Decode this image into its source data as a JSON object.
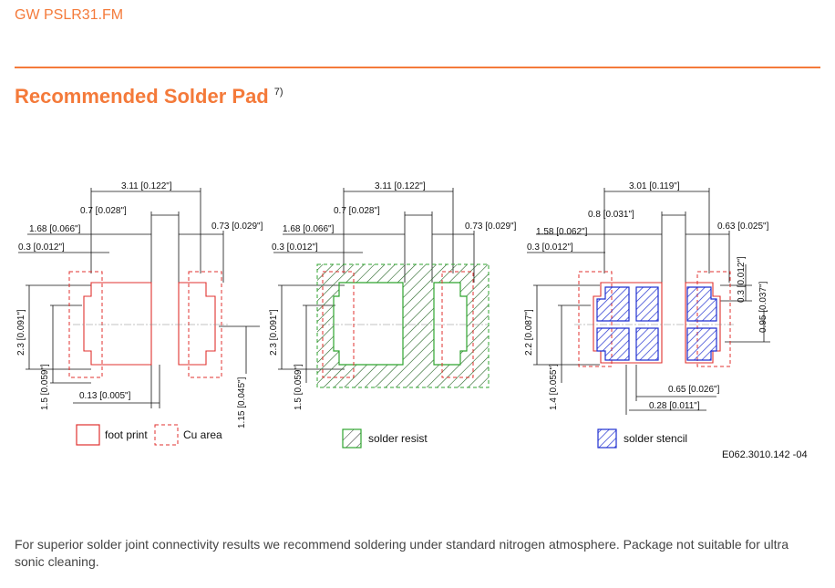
{
  "header": {
    "model": "GW PSLR31.FM"
  },
  "section": {
    "title": "Recommended Solder Pad",
    "footnote": "7)"
  },
  "drawings": {
    "left": {
      "dims": {
        "overall": "3.11 [0.122\"]",
        "gap": "0.7 [0.028\"]",
        "left_pad": "1.68 [0.066\"]",
        "right_pad": "0.73 [0.029\"]",
        "offset": "0.3 [0.012\"]",
        "height": "2.3 [0.091\"]",
        "inner_height": "1.5 [0.059\"]",
        "small_gap": "0.13 [0.005\"]",
        "side_height": "1.15 [0.045\"]"
      }
    },
    "middle": {
      "dims": {
        "overall": "3.11 [0.122\"]",
        "gap": "0.7 [0.028\"]",
        "left_pad": "1.68 [0.066\"]",
        "right_pad": "0.73 [0.029\"]",
        "offset": "0.3 [0.012\"]",
        "height": "2.3 [0.091\"]",
        "inner_height": "1.5 [0.059\"]"
      }
    },
    "right": {
      "dims": {
        "overall": "3.01 [0.119\"]",
        "gap": "0.8 [0.031\"]",
        "left_pad": "1.58 [0.062\"]",
        "right_pad": "0.63 [0.025\"]",
        "offset": "0.3 [0.012\"]",
        "height": "2.2 [0.087\"]",
        "inner_height": "1.4 [0.055\"]",
        "side_small": "0.3 [0.012\"]",
        "side_height": "0.95 [0.037\"]",
        "bottom_a": "0.65 [0.026\"]",
        "bottom_b": "0.28 [0.011\"]"
      }
    }
  },
  "legend": {
    "footprint": "foot print",
    "cu_area": "Cu area",
    "solder_resist": "solder resist",
    "solder_stencil": "solder stencil"
  },
  "drawing_id": "E062.3010.142 -04",
  "note": "For superior solder joint connectivity results we recommend soldering under standard nitrogen atmosphere. Package not suitable for ultra sonic cleaning.",
  "colors": {
    "accent": "#f47a3a",
    "footprint": "#e0312f",
    "resist": "#2fa52f",
    "stencil": "#1f2fd0"
  }
}
